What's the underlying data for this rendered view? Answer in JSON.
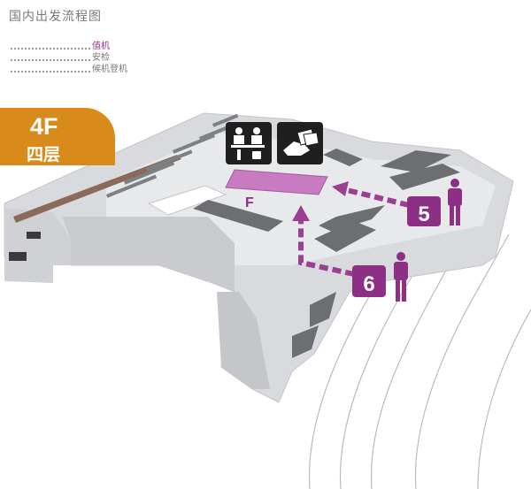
{
  "title": "国内出发流程图",
  "legend": [
    {
      "label": "值机",
      "active": true
    },
    {
      "label": "安检",
      "active": false
    },
    {
      "label": "候机登机",
      "active": false
    }
  ],
  "floor": {
    "number": "4F",
    "name": "四层"
  },
  "map": {
    "checkin_zone_letter": "F",
    "entrances": [
      {
        "number": "5",
        "icon": "person-icon"
      },
      {
        "number": "6",
        "icon": "person-icon"
      }
    ],
    "service_icons": [
      "check-in-counter-icon",
      "ticket-handover-icon"
    ],
    "colors": {
      "accent": "#8e2f86",
      "checkin_zone": "#c97bc2",
      "route_arrow": "#9b3f93",
      "floor_badge": "#d88b1a",
      "floor_plan": "#d8dadd",
      "counters": "#6c6e72"
    }
  }
}
